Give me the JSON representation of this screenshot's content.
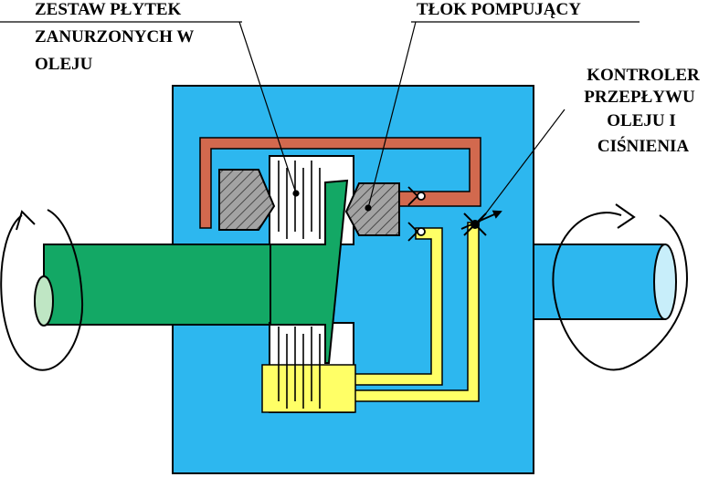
{
  "labels": {
    "plates_line1": "ZESTAW PŁYTEK",
    "plates_line2": "ZANURZONYCH W",
    "plates_line3": "OLEJU",
    "piston": "TŁOK POMPUJĄCY",
    "controller_line1": "KONTROLER",
    "controller_line2": "PRZEPŁYWU",
    "controller_line3": "OLEJU I",
    "controller_line4": "CIŚNIENIA"
  },
  "colors": {
    "housing": "#2db7ef",
    "input_shaft": "#13a865",
    "input_shaft_end": "#bfe6c4",
    "output_shaft": "#2db7ef",
    "output_shaft_end": "#c8eefa",
    "oil": "#ffff66",
    "pressure_line": "#d2694e",
    "piston": "#a3a3a3",
    "plates": "#ffffff",
    "outline": "#000000"
  }
}
